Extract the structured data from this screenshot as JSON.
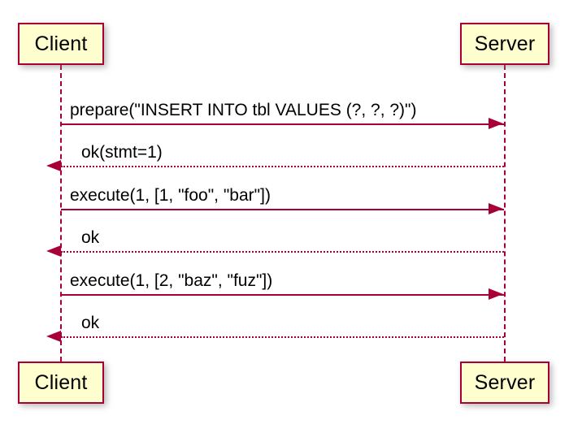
{
  "diagram": {
    "type": "sequence-diagram",
    "title": "",
    "colors": {
      "participant_fill": "#FEFECE",
      "participant_border": "#A80036",
      "line": "#A80036",
      "text": "#000000",
      "background": "#FFFFFF"
    },
    "participants": [
      {
        "id": "client",
        "label": "Client"
      },
      {
        "id": "server",
        "label": "Server"
      }
    ],
    "messages": [
      {
        "index": 1,
        "from": "client",
        "to": "server",
        "direction": "right",
        "style": "solid",
        "label": "prepare(\"INSERT INTO tbl VALUES (?, ?, ?)\")"
      },
      {
        "index": 2,
        "from": "server",
        "to": "client",
        "direction": "left",
        "style": "dotted",
        "label": "ok(stmt=1)"
      },
      {
        "index": 3,
        "from": "client",
        "to": "server",
        "direction": "right",
        "style": "solid",
        "label": "execute(1, [1, \"foo\", \"bar\"])"
      },
      {
        "index": 4,
        "from": "server",
        "to": "client",
        "direction": "left",
        "style": "dotted",
        "label": "ok"
      },
      {
        "index": 5,
        "from": "client",
        "to": "server",
        "direction": "right",
        "style": "solid",
        "label": "execute(1, [2, \"baz\", \"fuz\"])"
      },
      {
        "index": 6,
        "from": "server",
        "to": "client",
        "direction": "left",
        "style": "dotted",
        "label": "ok"
      }
    ]
  }
}
